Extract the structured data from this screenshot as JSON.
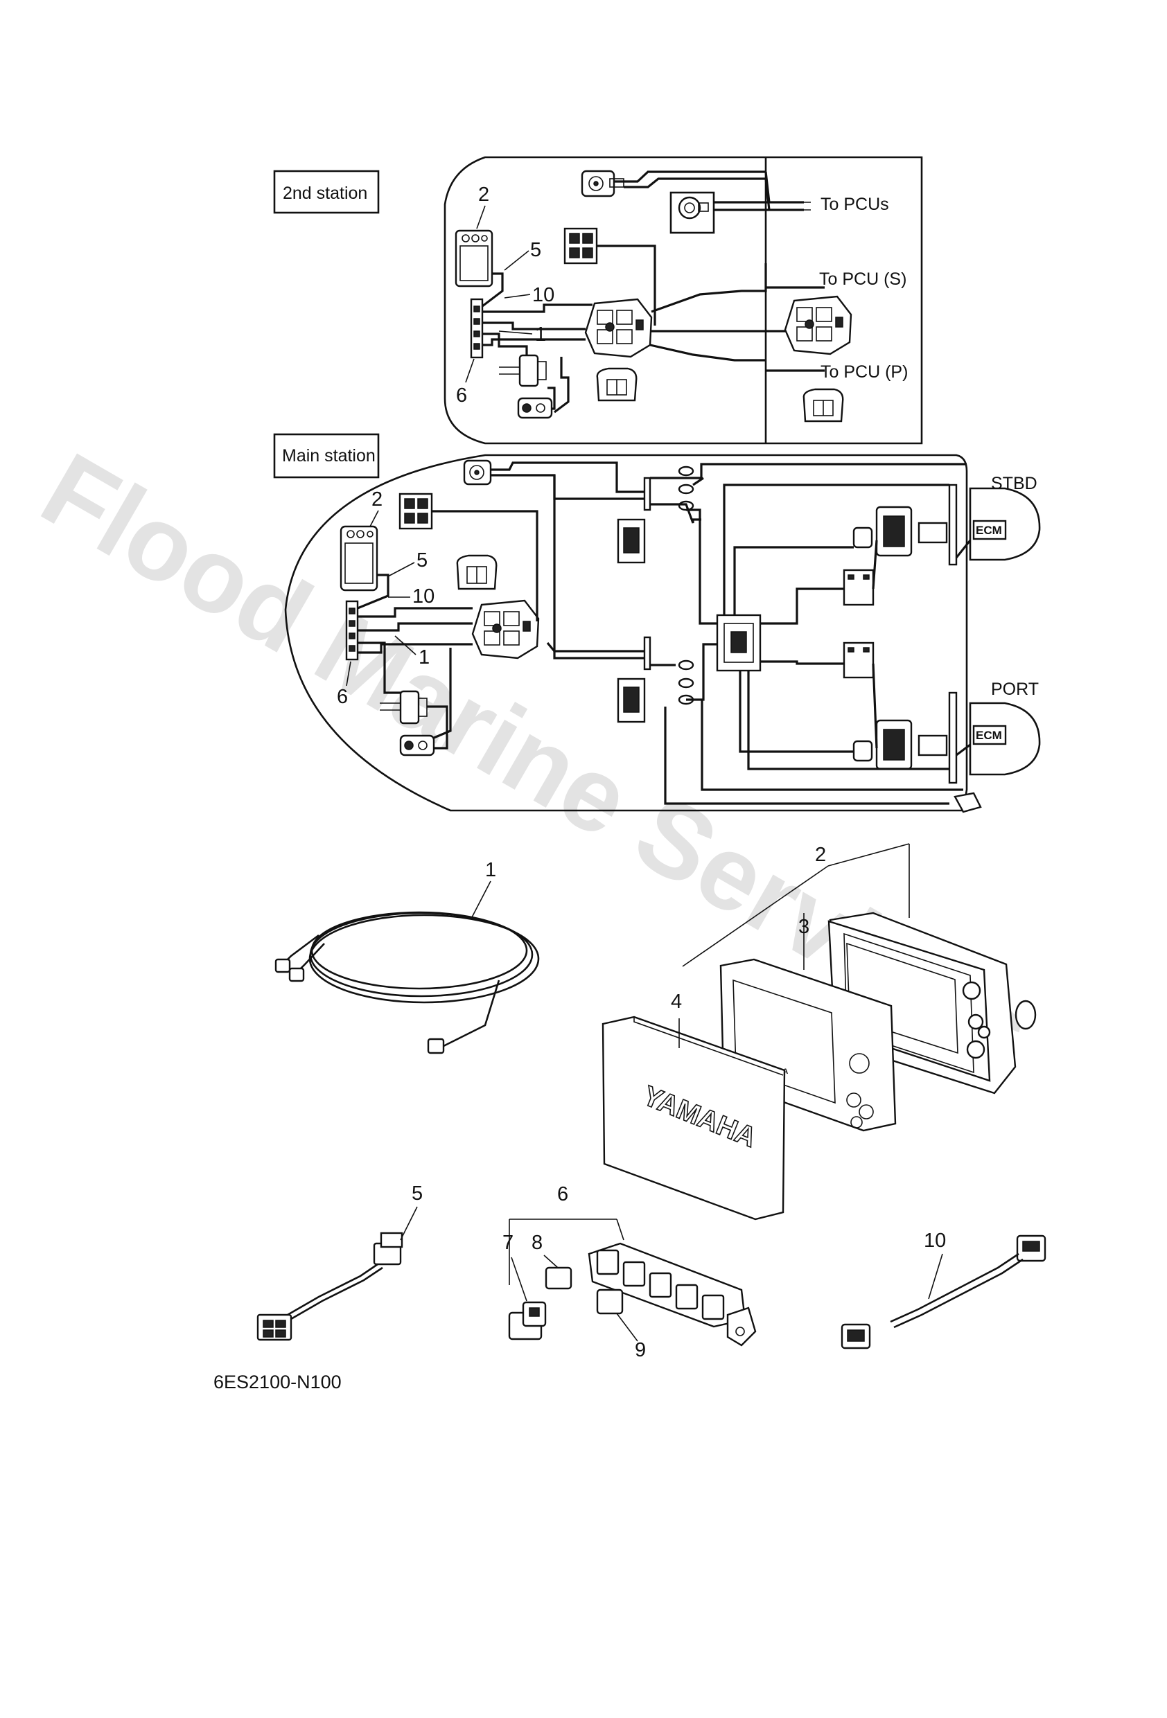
{
  "watermark": "Flood Marine Services",
  "stations": {
    "second": "2nd station",
    "main": "Main station"
  },
  "destinations": {
    "to_pcus": "To PCUs",
    "to_pcu_s": "To PCU (S)",
    "to_pcu_p": "To PCU (P)"
  },
  "engines": {
    "stbd": "STBD",
    "port": "PORT",
    "ecm": "ECM"
  },
  "callouts": {
    "second_station": [
      "2",
      "5",
      "10",
      "1",
      "6"
    ],
    "main_station": [
      "2",
      "5",
      "10",
      "1",
      "6"
    ],
    "exploded": [
      "1",
      "2",
      "3",
      "4",
      "5",
      "6",
      "7",
      "8",
      "9",
      "10"
    ]
  },
  "display_logo": "YAMAHA",
  "diagram_code": "6ES2100-N100"
}
